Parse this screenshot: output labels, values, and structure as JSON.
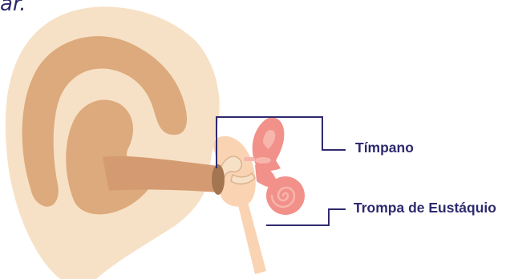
{
  "heading": {
    "fragment": "ar."
  },
  "labels": {
    "timpano": "Tímpano",
    "trompa": "Trompa de Eustáquio"
  },
  "colors": {
    "skin_outer": "#f7e1c6",
    "skin_inner": "#dcaa7c",
    "canal": "#d49b72",
    "eardrum": "#a37550",
    "middle_ear": "#fad3b3",
    "inner_ear": "#f2908a",
    "inner_ear_detail": "#f7b6ac",
    "leader_lines": "#2e2a6e",
    "text": "#2e2a6e"
  }
}
